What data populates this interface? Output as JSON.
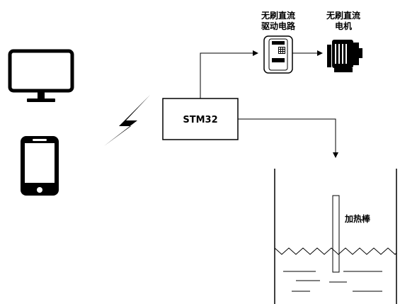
{
  "labels": {
    "driver_line1": "无刷直流",
    "driver_line2": "驱动电路",
    "motor_line1": "无刷直流",
    "motor_line2": "电机",
    "controller": "STM32",
    "heater": "加热棒"
  },
  "icons": [
    "monitor-icon",
    "phone-icon",
    "lightning-icon",
    "motor-driver-icon",
    "dc-motor-icon"
  ]
}
